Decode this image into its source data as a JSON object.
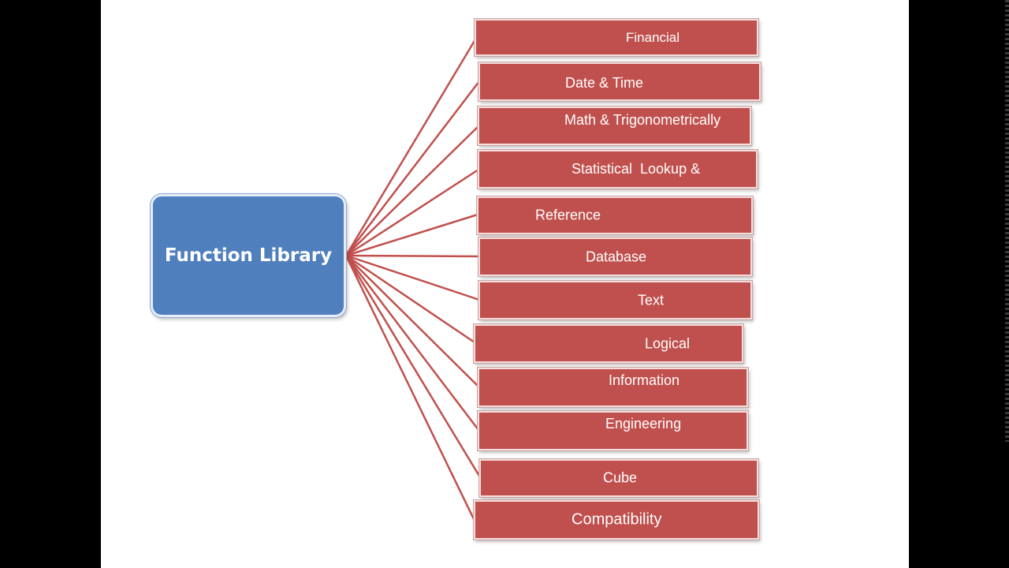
{
  "root": {
    "label": "Function Library"
  },
  "categories": [
    "Financial",
    "Date & Time",
    "Math & Trigonometrically",
    "Statistical  Lookup &",
    "Reference",
    "Database",
    "Text",
    "Logical",
    "Information",
    "Engineering",
    "Cube",
    "Compatibility"
  ],
  "colors": {
    "root_fill": "#4f7fbd",
    "category_fill": "#c0504d",
    "connector": "#c0504d",
    "background": "#ffffff"
  }
}
